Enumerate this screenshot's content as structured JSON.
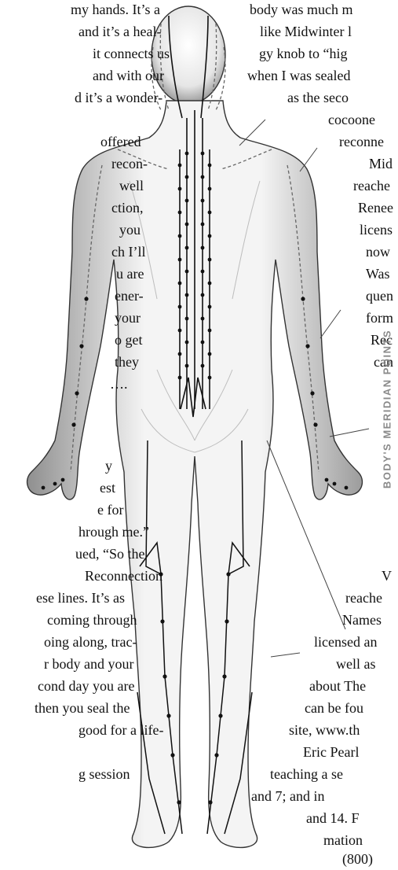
{
  "figure": {
    "caption": "BODY'S MERIDIAN POINTS"
  },
  "left_column": [
    "my hands. It’s a",
    "and it’s a heal-",
    "it connects us",
    "and with our",
    "d it’s a wonder-",
    "",
    "offered",
    "recon-",
    "well",
    "ction,",
    "you",
    "ch I’ll",
    "u are",
    "ener-",
    "your",
    "o get",
    "they",
    "….",
    "",
    "",
    "",
    "y",
    "est",
    "e for",
    "hrough me.”",
    "ued, “So the",
    "Reconnection",
    "ese lines. It’s as",
    "coming through",
    "oing along, trac-",
    "r body and your",
    "cond day you are",
    "then you seal the",
    "good for a life-",
    "",
    "g session"
  ],
  "right_column": [
    "body was much m",
    "like Midwinter l",
    "gy knob to “hig",
    "when I was sealed",
    "as the seco",
    "cocoone",
    "reconne",
    "Mid",
    "reache",
    "Renee",
    "licens",
    "now",
    "Was",
    "quen",
    "form",
    "Rec",
    "can",
    "",
    "",
    "",
    "",
    "",
    "",
    "V",
    "reache",
    "Names",
    "licensed an",
    "well as",
    "about The",
    "can be fou",
    "site, www.th",
    "Eric Pearl",
    "teaching a se",
    "and 7; and in",
    "and 14. F",
    "mation",
    "(800)"
  ]
}
